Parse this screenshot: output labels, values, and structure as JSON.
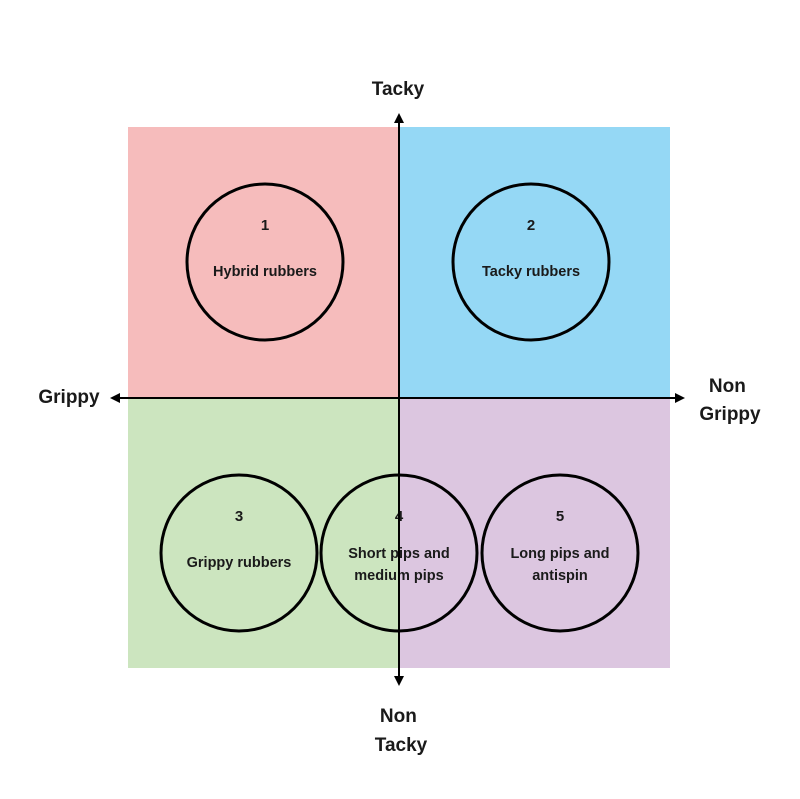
{
  "axes": {
    "top": [
      "Tacky"
    ],
    "bottom": [
      "Non",
      "Tacky"
    ],
    "left": [
      "Grippy"
    ],
    "right": [
      "Non",
      "Grippy"
    ]
  },
  "quadrant_colors": {
    "top_left": "#f6bcbc",
    "top_right": "#95d8f5",
    "bottom_left": "#cce5bf",
    "bottom_right": "#dcc6e0"
  },
  "circles": [
    {
      "number": "1",
      "lines": [
        "Hybrid rubbers"
      ]
    },
    {
      "number": "2",
      "lines": [
        "Tacky rubbers"
      ]
    },
    {
      "number": "3",
      "lines": [
        "Grippy rubbers"
      ]
    },
    {
      "number": "4",
      "lines": [
        "Short pips and",
        "medium pips"
      ]
    },
    {
      "number": "5",
      "lines": [
        "Long pips and",
        "antispin"
      ]
    }
  ]
}
